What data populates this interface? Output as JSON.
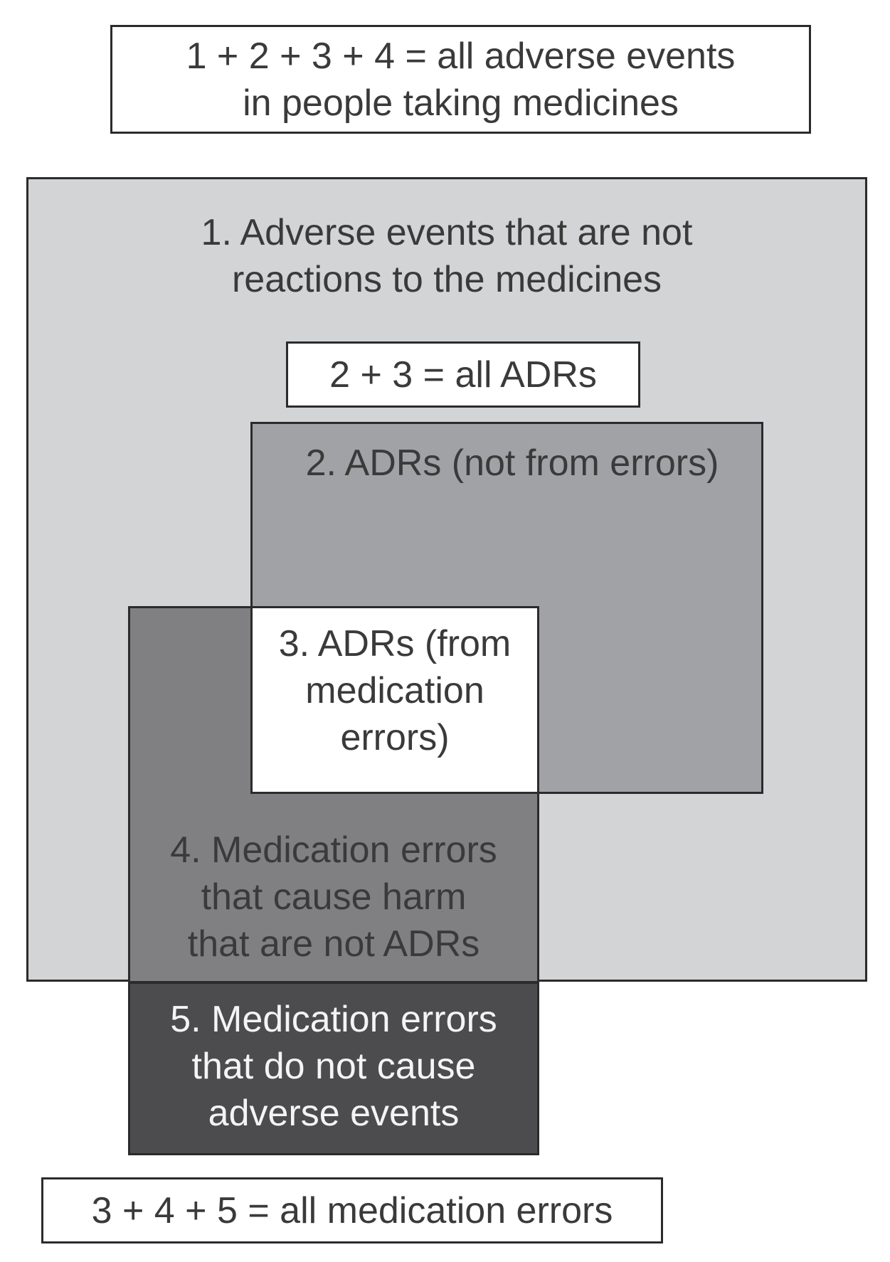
{
  "captions": {
    "all_adverse_events": "1 + 2 + 3 + 4 = all adverse events\nin people taking medicines",
    "all_adrs": "2 + 3 = all ADRs",
    "all_medication_errors": "3 + 4 + 5 = all medication errors"
  },
  "regions": [
    {
      "number": 1,
      "label": "1. Adverse events that are not\nreactions to the medicines",
      "fill": "#d3d4d6"
    },
    {
      "number": 2,
      "label": "2. ADRs (not from errors)",
      "fill": "#a1a2a5"
    },
    {
      "number": 3,
      "label": "3. ADRs (from\nmedication\nerrors)",
      "fill": "#ffffff"
    },
    {
      "number": 4,
      "label": "4. Medication errors\nthat cause harm\nthat are not ADRs",
      "fill": "#808083"
    },
    {
      "number": 5,
      "label": "5. Medication errors\nthat do not cause\nadverse events",
      "fill": "#4c4c4e"
    }
  ]
}
